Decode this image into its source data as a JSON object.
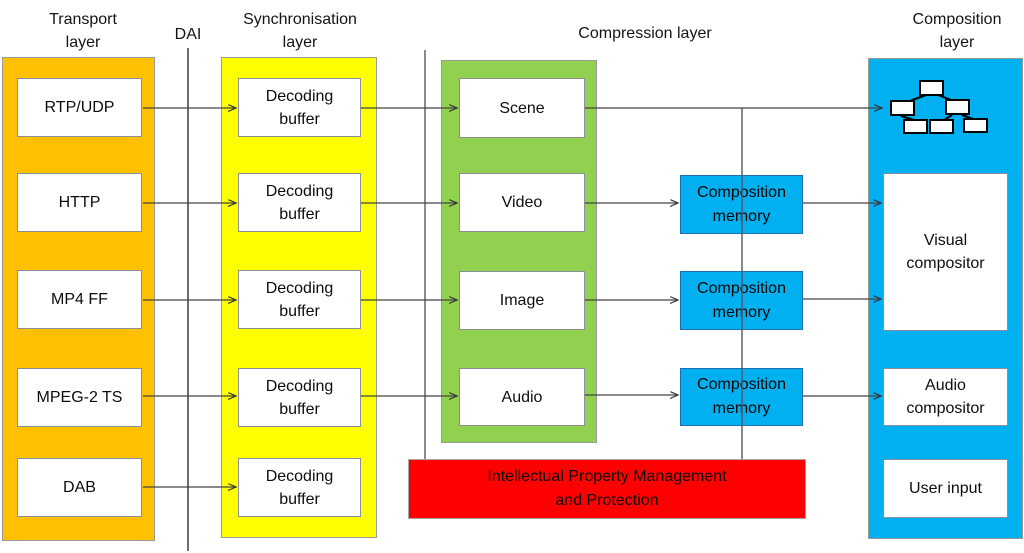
{
  "headers": {
    "transport": [
      "Transport",
      "layer"
    ],
    "dai": "DAI",
    "sync": [
      "Synchronisation",
      "layer"
    ],
    "compression": "Compression layer",
    "composition": [
      "Composition",
      "layer"
    ]
  },
  "transport": {
    "boxes": [
      "RTP/UDP",
      "HTTP",
      "MP4 FF",
      "MPEG-2 TS",
      "DAB"
    ]
  },
  "sync": {
    "boxes": [
      "Decoding buffer",
      "Decoding buffer",
      "Decoding buffer",
      "Decoding buffer",
      "Decoding buffer"
    ]
  },
  "compression": {
    "boxes": [
      "Scene",
      "Video",
      "Image",
      "Audio"
    ]
  },
  "memory": {
    "boxes": [
      "Composition memory",
      "Composition memory",
      "Composition memory"
    ]
  },
  "composition": {
    "boxes": [
      "Visual compositor",
      "Audio compositor",
      "User input"
    ],
    "scene_graph_icon": "scene-graph-tree-icon"
  },
  "ipmp": {
    "label": "Intellectual Property Management and Protection"
  },
  "colors": {
    "transport": "#FFC000",
    "sync": "#FFFF00",
    "compression": "#92D050",
    "composition": "#00B0F0",
    "memory": "#29ABE2",
    "memory_exact": "#00B0F0",
    "ipmp": "#FF0000"
  }
}
